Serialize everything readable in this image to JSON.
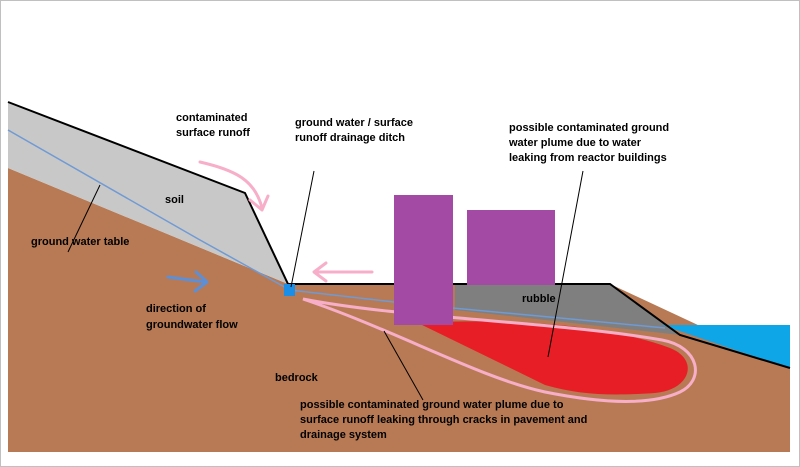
{
  "colors": {
    "background": "#ffffff",
    "bedrock": "#b87a54",
    "soil": "#c8c8c8",
    "rubble": "#7f7f7f",
    "reactor_buildings": "#a34aa5",
    "plume_reactor": "#e81e26",
    "plume_outline": "#f7aec8",
    "runoff_arrows": "#f7aec8",
    "groundwater_arrow": "#5b8fd8",
    "water_table": "#6f9ad4",
    "drain": "#1b8fe8",
    "sea": "#0fa6e8",
    "outline": "#000000"
  },
  "labels": {
    "runoff_line1": "contaminated",
    "runoff_line2": "surface runoff",
    "ditch_line1": "ground water / surface",
    "ditch_line2": "runoff drainage ditch",
    "reactor_plume_line1": "possible contaminated ground",
    "reactor_plume_line2": "water plume due to water",
    "reactor_plume_line3": "leaking from reactor buildings",
    "soil": "soil",
    "water_table": "ground water table",
    "gw_flow_line1": "direction of",
    "gw_flow_line2": "groundwater flow",
    "rubble": "rubble",
    "bedrock": "bedrock",
    "runoff_plume_line1": "possible contaminated ground water plume due to",
    "runoff_plume_line2": "surface runoff leaking through cracks in pavement and",
    "runoff_plume_line3": "drainage system"
  }
}
